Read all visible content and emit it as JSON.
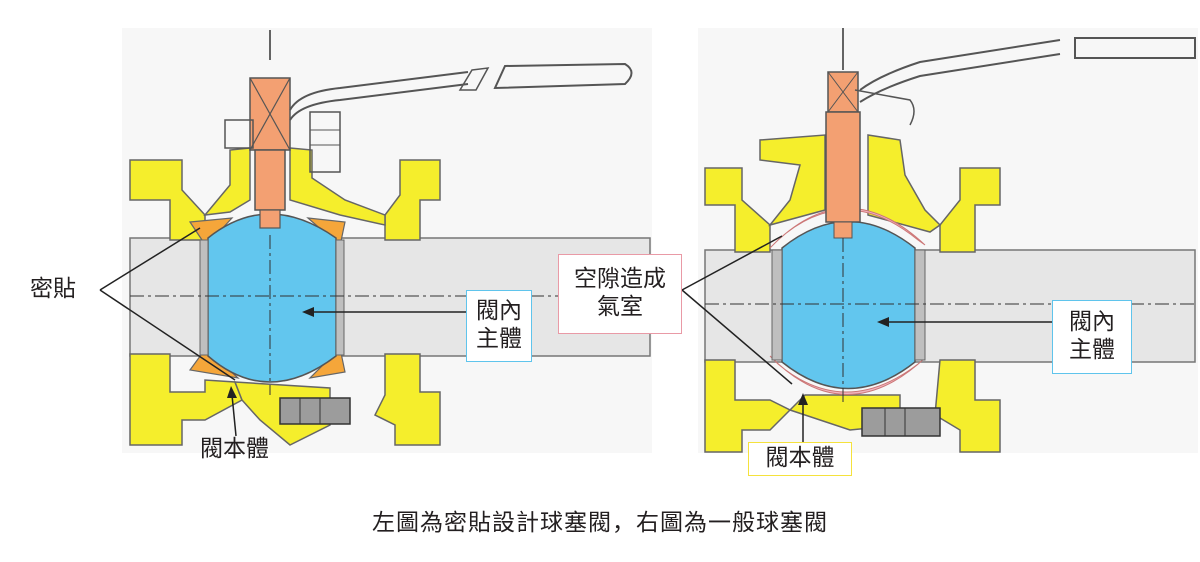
{
  "left": {
    "seal_label": "密貼",
    "inner_label": [
      "閥內",
      "主體"
    ],
    "body_label": "閥本體"
  },
  "right": {
    "gap_label": [
      "空隙造成",
      "氣室"
    ],
    "inner_label": [
      "閥內",
      "主體"
    ],
    "body_label": "閥本體"
  },
  "caption": "左圖為密貼設計球塞閥，右圖為一般球塞閥",
  "colors": {
    "body_yellow": "#f5ee2c",
    "ball_blue": "#62c6ee",
    "stem_orange": "#f3a072",
    "seat_orange": "#f5a63a",
    "gap_pink": "#f2b7c2",
    "bore_gray": "#ececec",
    "line_dark": "#222222"
  }
}
